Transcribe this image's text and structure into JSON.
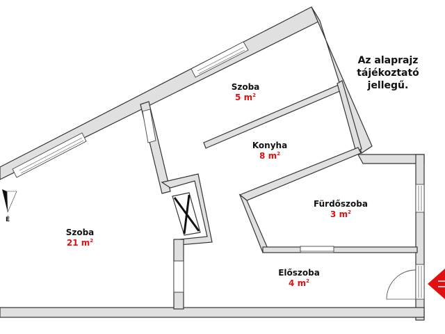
{
  "note": {
    "lines": [
      "Az alaprajz",
      "tájékoztató",
      "jellegű."
    ]
  },
  "rooms": [
    {
      "name": "Szoba",
      "area": "5 m",
      "area_unit_sup": "2"
    },
    {
      "name": "Konyha",
      "area": "8 m",
      "area_unit_sup": "2"
    },
    {
      "name": "Fürdőszoba",
      "area": "3 m",
      "area_unit_sup": "2"
    },
    {
      "name": "Szoba",
      "area": "21 m",
      "area_unit_sup": "2"
    },
    {
      "name": "Előszoba",
      "area": "4 m",
      "area_unit_sup": "2"
    }
  ],
  "compass": {
    "label": "É"
  },
  "entrance": {
    "icon": "red-arrow-left-icon",
    "color": "#e01010"
  },
  "colors": {
    "wall_fill": "#e0e0e0",
    "wall_stroke": "#333333",
    "area_text": "#e01010",
    "name_text": "#111111"
  }
}
